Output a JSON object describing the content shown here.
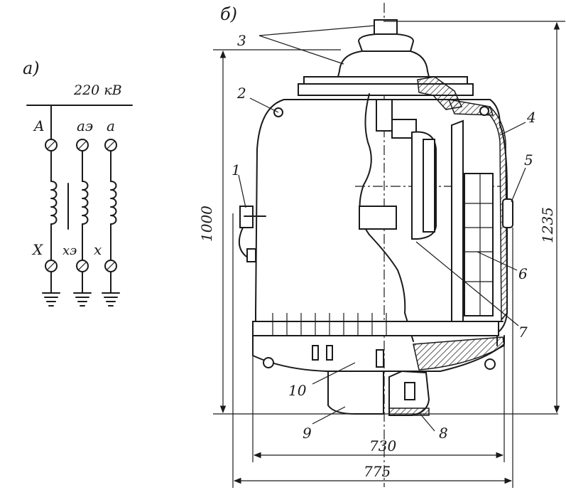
{
  "panel_a": {
    "label": "а)",
    "voltage": "220 кВ",
    "terminal_A": "A",
    "terminal_ae": "aэ",
    "terminal_a": "a",
    "terminal_X": "X",
    "terminal_xe": "xэ",
    "terminal_x": "x"
  },
  "panel_b": {
    "label": "б)",
    "callouts": [
      "1",
      "2",
      "3",
      "4",
      "5",
      "6",
      "7",
      "8",
      "9",
      "10"
    ],
    "dimensions": {
      "height_inner": "1000",
      "height_total": "1235",
      "width_inner": "730",
      "width_total": "775"
    }
  }
}
